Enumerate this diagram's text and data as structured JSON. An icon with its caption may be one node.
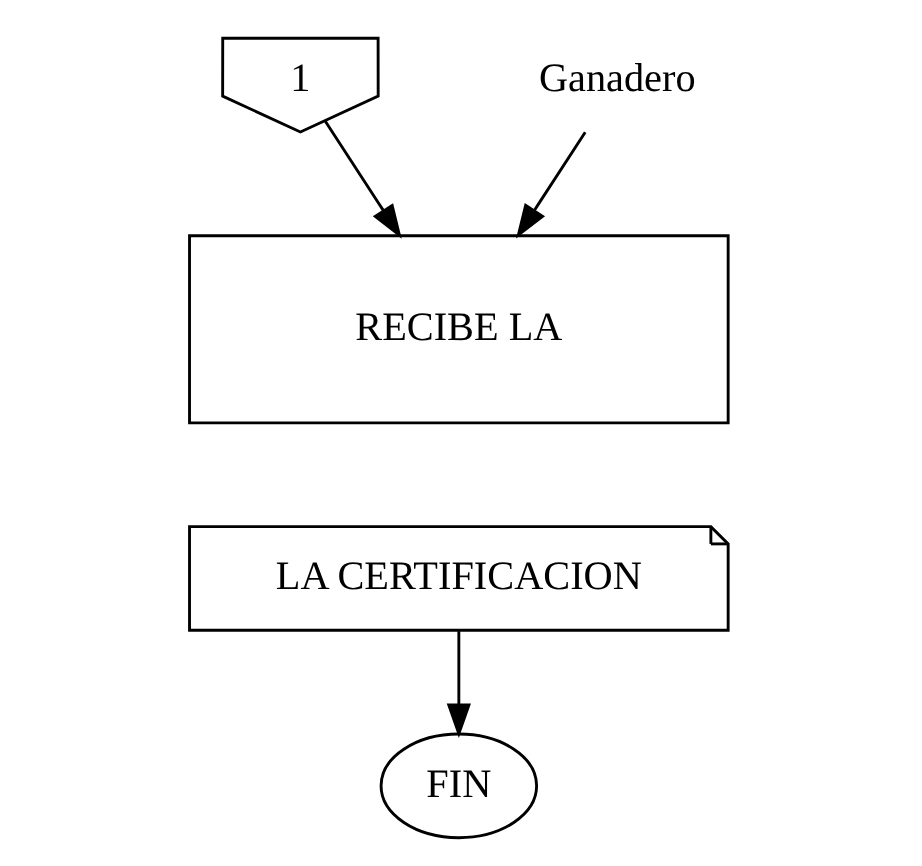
{
  "diagram": {
    "nodes": [
      {
        "text": [
          "1"
        ]
      },
      {
        "text": [
          "Ganadero"
        ]
      },
      {
        "text": [
          "RECIBE LA"
        ]
      },
      {
        "text": [
          "LA CERTIFICACION"
        ]
      },
      {
        "text": [
          "FIN"
        ]
      }
    ],
    "edges": [
      {
        "from": 0,
        "to": 2,
        "arrow": "to"
      },
      {
        "from": 1,
        "to": 2,
        "arrow": "to"
      },
      {
        "from": 3,
        "to": 4,
        "arrow": "to"
      }
    ]
  }
}
